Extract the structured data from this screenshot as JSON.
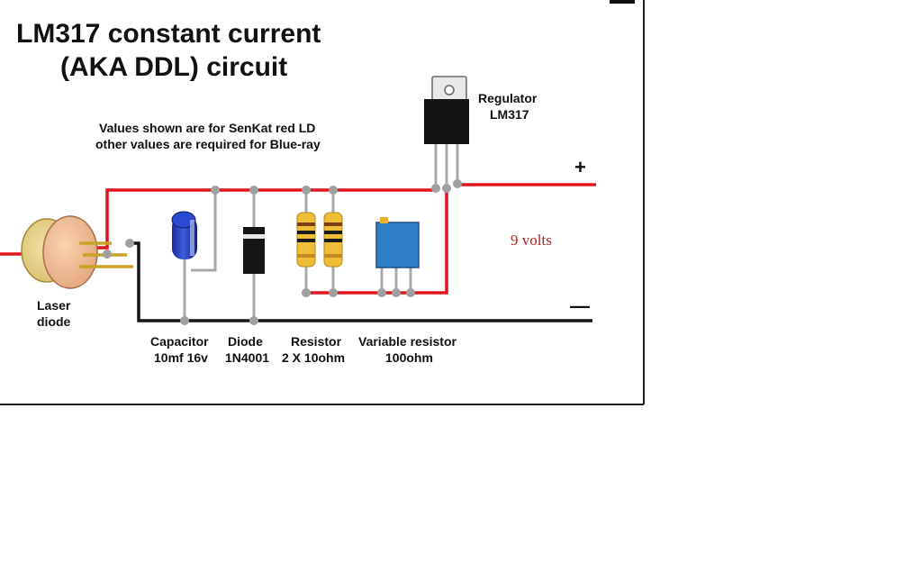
{
  "title": {
    "line1": "LM317 constant current",
    "line2": "(AKA DDL) circuit"
  },
  "note": {
    "line1": "Values shown are for SenKat red LD",
    "line2": "other values are required for Blue-ray"
  },
  "regulator": {
    "line1": "Regulator",
    "line2": "LM317"
  },
  "supply": {
    "voltage": "9 volts",
    "plus": "+",
    "minus": "—"
  },
  "components": {
    "laser": {
      "line1": "Laser",
      "line2": "diode"
    },
    "capacitor": {
      "line1": "Capacitor",
      "line2": "10mf 16v"
    },
    "diode": {
      "line1": "Diode",
      "line2": "1N4001"
    },
    "resistor": {
      "line1": "Resistor",
      "line2": "2 X 10ohm"
    },
    "variable_resistor": {
      "line1": "Variable resistor",
      "line2": "100ohm"
    }
  },
  "colors": {
    "positive_wire": "#e0141a",
    "negative_wire": "#151515",
    "voltage_text": "#b32020"
  }
}
